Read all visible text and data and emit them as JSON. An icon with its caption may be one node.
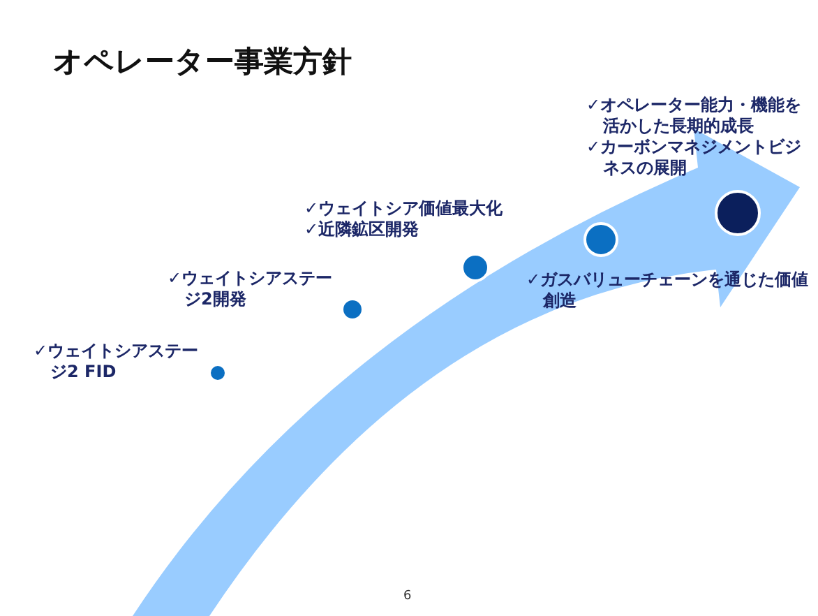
{
  "diagram": {
    "title": "オペレーター事業方針",
    "nodes": [
      {
        "text": [],
        "shape": "circle",
        "beside": [
          "✓ウェイトシアステージ2 FID"
        ]
      },
      {
        "text": [],
        "shape": "circle",
        "beside": [
          "✓ウェイトシアステージ2開発"
        ]
      },
      {
        "text": [],
        "shape": "circle",
        "beside": [
          "✓ウェイトシア価値最大化",
          "✓近隣鉱区開発"
        ]
      },
      {
        "text": [],
        "shape": "circle",
        "beside": [
          "✓ガスバリューチェーンを通じた価値創造"
        ]
      },
      {
        "text": [],
        "shape": "circle",
        "beside": [
          "✓オペレーター能力・機能を活かした長期的成長",
          "✓カーボンマネジメントビジネスの展開"
        ]
      }
    ],
    "labels": [
      "6"
    ]
  }
}
